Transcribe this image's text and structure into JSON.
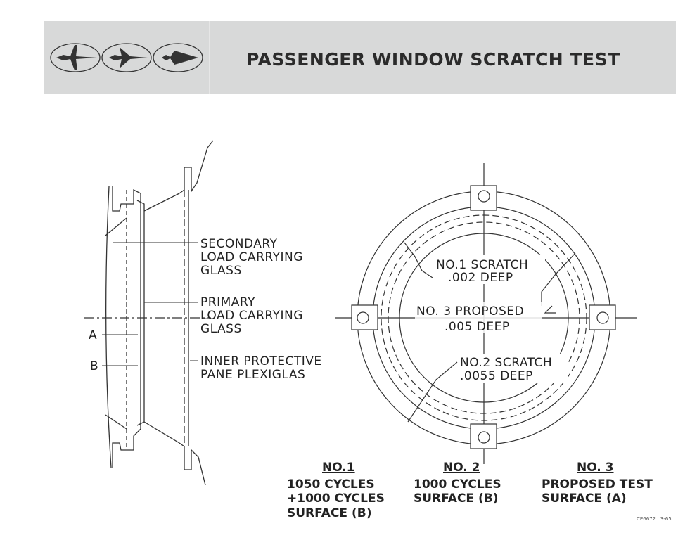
{
  "header": {
    "title": "PASSENGER WINDOW SCRATCH TEST",
    "logo": "three aircraft silhouettes in ovals"
  },
  "section_labels": {
    "secondary": [
      "SECONDARY",
      "LOAD CARRYING",
      "GLASS"
    ],
    "primary": [
      "PRIMARY",
      "LOAD CARRYING",
      "GLASS"
    ],
    "inner": [
      "INNER PROTECTIVE",
      "PANE PLEXIGLAS"
    ],
    "a": "A",
    "b": "B"
  },
  "scratch_labels": {
    "no1": [
      "NO.1 SCRATCH",
      ".002 DEEP"
    ],
    "no3": [
      "NO. 3 PROPOSED",
      ".005 DEEP"
    ],
    "no2": [
      "NO.2 SCRATCH",
      ".0055 DEEP"
    ]
  },
  "tests": [
    {
      "title": "NO.1",
      "lines": [
        "1050 CYCLES",
        "+1000 CYCLES",
        "SURFACE (B)"
      ]
    },
    {
      "title": "NO. 2",
      "lines": [
        "1000 CYCLES",
        "SURFACE (B)"
      ]
    },
    {
      "title": "NO. 3",
      "lines": [
        "PROPOSED TEST",
        "SURFACE (A)"
      ]
    }
  ],
  "footer": {
    "code": "CE6672   3-65"
  }
}
